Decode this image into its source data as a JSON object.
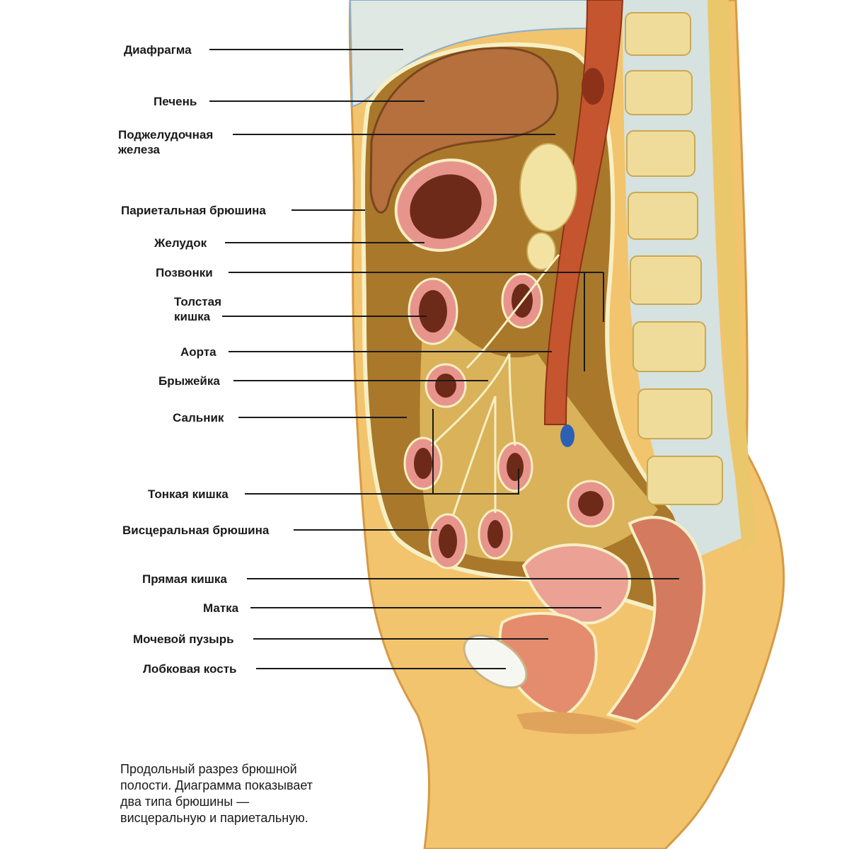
{
  "labels": {
    "diaphragm": "Диафрагма",
    "liver": "Печень",
    "pancreas_1": "Поджелудочная",
    "pancreas_2": "железа",
    "parietal_peritoneum": "Париетальная брюшина",
    "stomach": "Желудок",
    "vertebrae": "Позвонки",
    "colon_1": "Толстая",
    "colon_2": "кишка",
    "aorta": "Аорта",
    "mesentery": "Брыжейка",
    "omentum": "Сальник",
    "small_intestine": "Тонкая кишка",
    "visceral_peritoneum": "Висцеральная брюшина",
    "rectum": "Прямая кишка",
    "uterus": "Матка",
    "bladder": "Мочевой пузырь",
    "pubic_bone": "Лобковая кость"
  },
  "caption": {
    "line1": "Продольный разрез брюшной",
    "line2": "полости. Диаграмма показывает",
    "line3": "два типа брюшины —",
    "line4": "висцеральную и париетальную."
  },
  "colors": {
    "skin": "#f2c46d",
    "cavity": "#a9782a",
    "cavity_light": "#d9b25a",
    "liver": "#b5703d",
    "intestine": "#e7958c",
    "intestine_lumen": "#6e2a18",
    "aorta": "#c5552e",
    "vertebra": "#f0dc9a",
    "disc": "#d5e2df",
    "membrane": "#f7efc4"
  }
}
